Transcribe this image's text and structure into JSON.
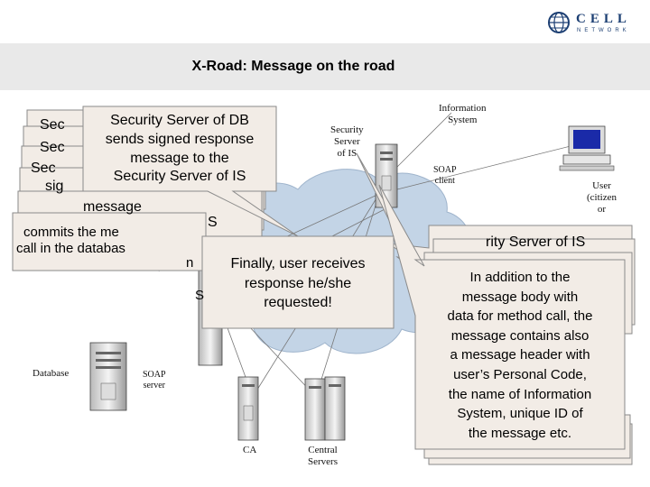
{
  "logo": {
    "word": "CELL",
    "sub": "NETWORK"
  },
  "title": "X-Road: Message on the road",
  "labels": {
    "information_system": [
      "Information",
      "System"
    ],
    "security_server_is": [
      "Security",
      "Server",
      "of IS"
    ],
    "soap_client": [
      "SOAP",
      "client"
    ],
    "user": [
      "User",
      "(citizen",
      "or"
    ],
    "database": "Database",
    "soap_server": [
      "SOAP",
      "server"
    ],
    "ca": "CA",
    "central_servers": [
      "Central",
      "Servers"
    ]
  },
  "callouts": {
    "db_server": [
      "Security Server of DB",
      "sends signed response",
      "message to the",
      "Security Server of IS"
    ],
    "stack_left_1": "Sec",
    "stack_left_2": "Sec",
    "stack_left_3": "Sec",
    "stack_left_4": "sig",
    "stack_left_5": "message",
    "stack_left_6": "S",
    "stack_left_7": "commits the me",
    "stack_left_8": "call in the databas",
    "stack_left_9": "n",
    "stack_left_10": "S",
    "stack_right_1": "rity Server of IS",
    "final": [
      "Finally, user receives",
      "response he/she",
      "requested!"
    ],
    "header_info": [
      "In addition to the",
      "message body with",
      "data for method call, the",
      "message contains also",
      "a message header with",
      "user’s Personal Code,",
      "the name of Information",
      "System, unique ID of",
      "the message etc."
    ]
  },
  "colors": {
    "callout_fill": "#f2ece6",
    "callout_stroke": "#8a8a8a",
    "cloud_fill": "#c3d4e6",
    "title_band": "#e9e9e9",
    "logo": "#1c3f73"
  }
}
